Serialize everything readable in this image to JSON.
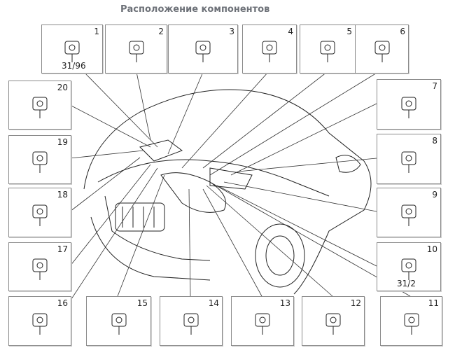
{
  "title": "Расположение компонентов",
  "components": [
    {
      "num": "1",
      "sub": "31/96"
    },
    {
      "num": "2"
    },
    {
      "num": "3"
    },
    {
      "num": "4"
    },
    {
      "num": "5"
    },
    {
      "num": "6"
    },
    {
      "num": "7"
    },
    {
      "num": "8"
    },
    {
      "num": "9"
    },
    {
      "num": "10",
      "sub": "31/2"
    },
    {
      "num": "11"
    },
    {
      "num": "12"
    },
    {
      "num": "13"
    },
    {
      "num": "14"
    },
    {
      "num": "15"
    },
    {
      "num": "16"
    },
    {
      "num": "17"
    },
    {
      "num": "18"
    },
    {
      "num": "19"
    },
    {
      "num": "20"
    }
  ]
}
